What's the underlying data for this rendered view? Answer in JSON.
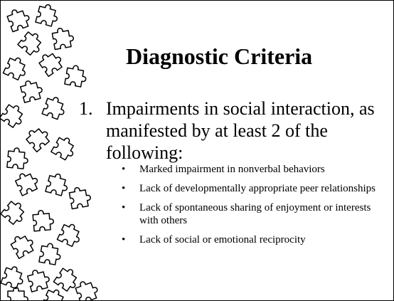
{
  "slide": {
    "title": "Diagnostic Criteria",
    "item": {
      "number": "1.",
      "text": "Impairments in social interaction, as manifested by at least 2 of the following:"
    },
    "bullet_marker": "•",
    "bullets": [
      "Marked impairment in nonverbal behaviors",
      "Lack of developmentally appropriate peer relationships",
      "Lack of spontaneous sharing of enjoyment or interests with others",
      "Lack of social or emotional reciprocity"
    ],
    "decoration": {
      "icon": "puzzle-pieces-icon",
      "stroke_color": "#000000"
    }
  }
}
